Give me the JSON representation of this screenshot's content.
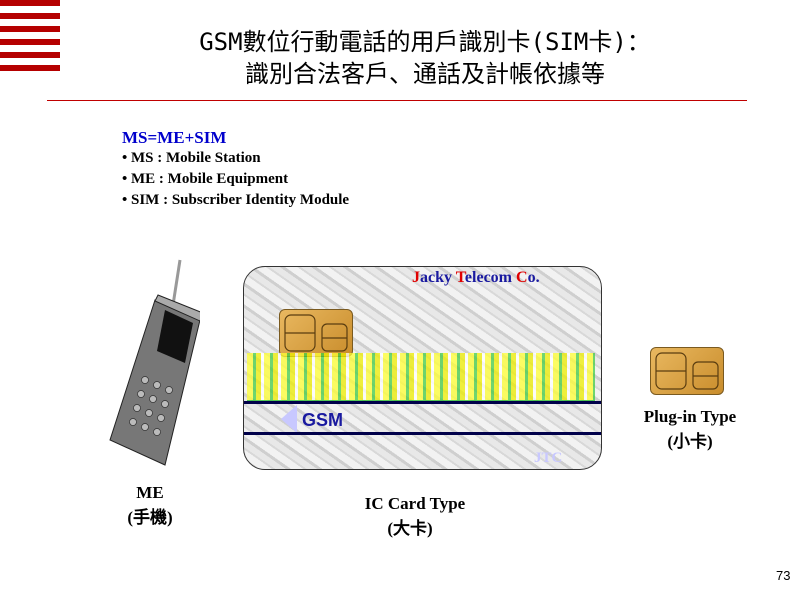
{
  "title": {
    "line1": "GSM數位行動電話的用戶識別卡(SIM卡)：",
    "line2": "識別合法客戶、通話及計帳依據等"
  },
  "bullets": {
    "formula": "MS=ME+SIM",
    "items": [
      "• MS : Mobile Station",
      "• ME : Mobile Equipment",
      "• SIM : Subscriber Identity Module"
    ]
  },
  "card": {
    "company_j": "J",
    "company_acky": "acky ",
    "company_t": "T",
    "company_elecom": "elecom ",
    "company_c": "C",
    "company_o": "o.",
    "stripe_text": "GSM",
    "watermark": "JTC"
  },
  "labels": {
    "me": "ME",
    "me_sub": "(手機)",
    "ic_card": "IC Card Type",
    "ic_card_sub": "(大卡)",
    "plugin": "Plug-in Type",
    "plugin_sub": "(小卡)"
  },
  "page_number": "73",
  "colors": {
    "accent": "#b50000",
    "blue": "#0000cc"
  }
}
